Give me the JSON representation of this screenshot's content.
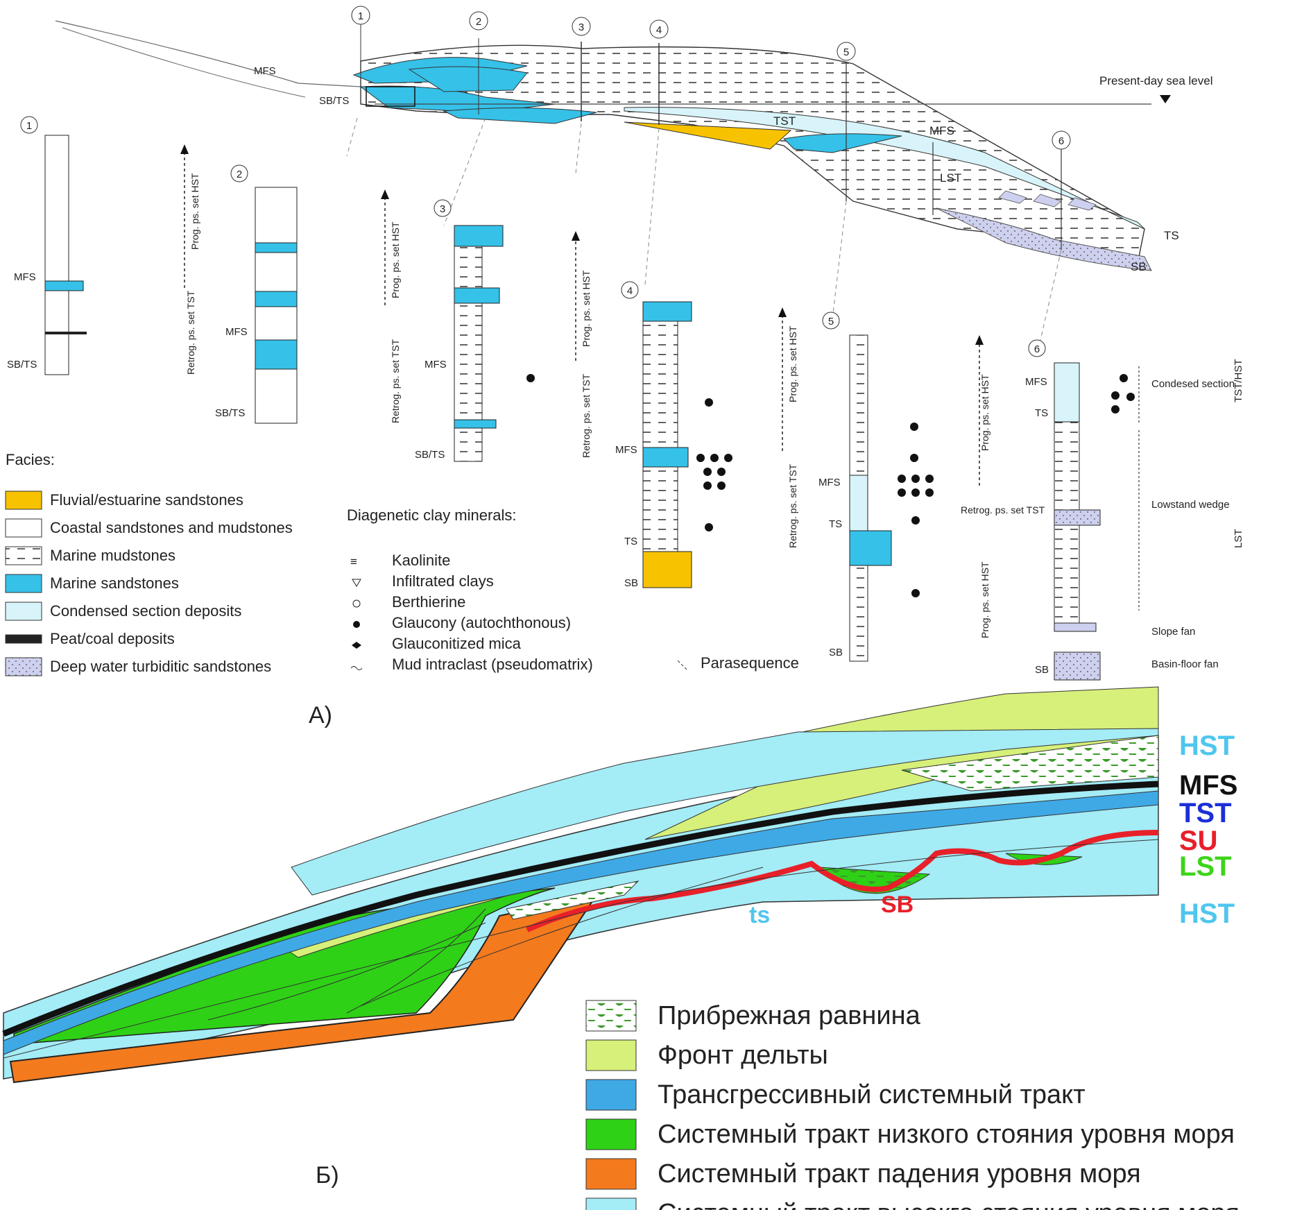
{
  "panel_a": {
    "panel_label": "A)",
    "present_day_sea_level": "Present-day sea level",
    "section_labels": {
      "mfs": "MFS",
      "sb_ts": "SB/TS",
      "tst": "TST",
      "mfs2": "MFS",
      "lst": "LST",
      "ts": "TS",
      "sb": "SB"
    },
    "wells": [
      "1",
      "2",
      "3",
      "4",
      "5",
      "6"
    ],
    "log_labels": {
      "mfs": "MFS",
      "sb_ts": "SB/TS",
      "ts": "TS",
      "sb": "SB"
    },
    "arrow_labels": {
      "prog_hst": "Prog. ps. set HST",
      "retrog_tst": "Retrog. ps. set TST"
    },
    "well6_annotations": {
      "condensed": "Condesed section",
      "lowstand": "Lowstand wedge",
      "slope_fan": "Slope fan",
      "basin_floor": "Basin-floor fan",
      "tst_hst": "TST/HST",
      "lst": "LST"
    },
    "facies": {
      "title": "Facies:",
      "items": [
        {
          "label": "Fluvial/estuarine sandstones",
          "color": "#f7c200"
        },
        {
          "label": "Coastal sandstones and mudstones",
          "color": "#ffffff"
        },
        {
          "label": "Marine mudstones",
          "color": "#ffffff"
        },
        {
          "label": "Marine sandstones",
          "color": "#35c1e8"
        },
        {
          "label": "Condensed section deposits",
          "color": "#d8f4fa"
        },
        {
          "label": "Peat/coal deposits",
          "color": "#222222"
        },
        {
          "label": "Deep water turbiditic sandstones",
          "color": "#cdd0ee"
        }
      ]
    },
    "clay": {
      "title": "Diagenetic clay minerals:",
      "items": [
        {
          "label": "Kaolinite"
        },
        {
          "label": "Infiltrated clays"
        },
        {
          "label": "Berthierine"
        },
        {
          "label": "Glaucony (autochthonous)"
        },
        {
          "label": "Glauconitized mica"
        },
        {
          "label": "Mud intraclast (pseudomatrix)"
        }
      ]
    },
    "parasequence": "Parasequence"
  },
  "panel_b": {
    "panel_label": "Б)",
    "right_labels": [
      {
        "text": "HST",
        "color": "#4fc6ee"
      },
      {
        "text": "MFS",
        "color": "#111111"
      },
      {
        "text": "TST",
        "color": "#1a2fd8"
      },
      {
        "text": "SU",
        "color": "#e8202a"
      },
      {
        "text": "LST",
        "color": "#3dd41a"
      },
      {
        "text": "HST",
        "color": "#4fc6ee"
      }
    ],
    "inner_labels": {
      "ts": "ts",
      "sb": "SB"
    },
    "legend": [
      {
        "label": "Прибрежная равнина",
        "color": "#ffffff"
      },
      {
        "label": "Фронт дельты",
        "color": "#d6f07a"
      },
      {
        "label": "Трансгрессивный системный тракт",
        "color": "#3fa9e6"
      },
      {
        "label": "Системный тракт низкого стояния уровня моря",
        "color": "#2ed116"
      },
      {
        "label": "Системный тракт падения уровня моря",
        "color": "#f47a1e"
      },
      {
        "label": "Системный тракт высокго стояния уровня моря",
        "color": "#a4ecf6"
      }
    ]
  }
}
